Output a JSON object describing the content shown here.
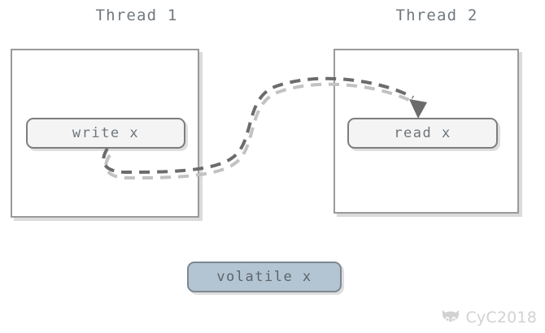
{
  "diagram": {
    "title_left": "Thread 1",
    "title_right": "Thread 2",
    "background_color": "#ffffff"
  },
  "threads": [
    {
      "name": "thread-1",
      "title": "Thread 1",
      "operation": "write x",
      "box_fill": "#ffffff",
      "box_border": "#9a9a9a"
    },
    {
      "name": "thread-2",
      "title": "Thread 2",
      "operation": "read x",
      "box_fill": "#ffffff",
      "box_border": "#9a9a9a"
    }
  ],
  "shared_variable": {
    "label": "volatile x",
    "fill": "#b3c5d3",
    "border": "#7d8890",
    "text_color": "#5d646a"
  },
  "operation_box": {
    "fill": "#f4f4f4",
    "border": "#7d7d7d",
    "text_color": "#6e757b"
  },
  "flow_arrow": {
    "name": "write-to-read-arrow",
    "style": "dashed",
    "color": "#6b6b6b",
    "shadow_color": "#bdbdbd",
    "from": "write x",
    "to": "read x"
  },
  "watermark": {
    "text": "CyC2018",
    "icon": "octocat-icon",
    "color": "#d2d2d2"
  }
}
